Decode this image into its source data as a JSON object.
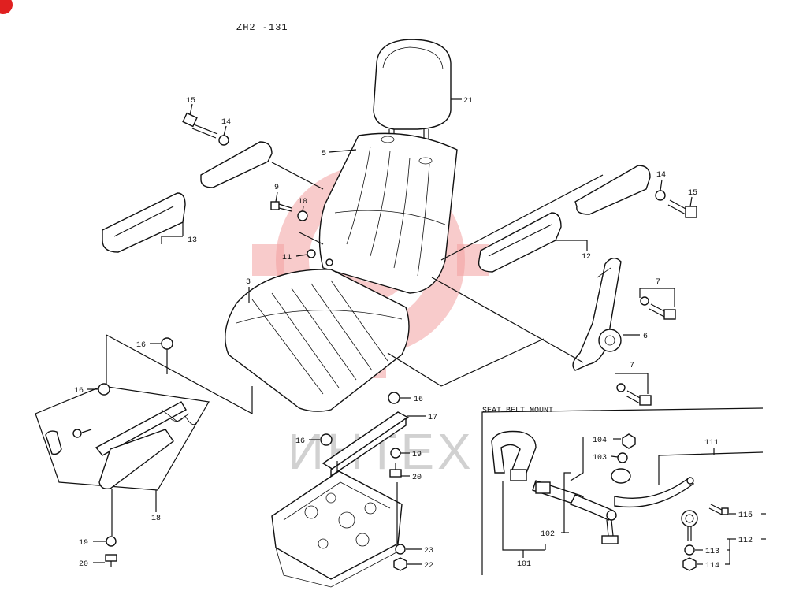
{
  "diagram": {
    "code": "ZH2 -131",
    "watermark": "ИНТЕХ",
    "section_label": "SEAT BELT MOUNT",
    "labels": {
      "p3": "3",
      "p5": "5",
      "p6": "6",
      "p7a": "7",
      "p7b": "7",
      "p9": "9",
      "p10": "10",
      "p11": "11",
      "p12": "12",
      "p13": "13",
      "p14a": "14",
      "p14b": "14",
      "p15a": "15",
      "p15b": "15",
      "p16a": "16",
      "p16b": "16",
      "p16c": "16",
      "p16d": "16",
      "p17": "17",
      "p18": "18",
      "p19a": "19",
      "p19b": "19",
      "p20a": "20",
      "p20b": "20",
      "p21": "21",
      "p22": "22",
      "p23": "23",
      "p101": "101",
      "p102": "102",
      "p103": "103",
      "p104": "104",
      "p111": "111",
      "p112": "112",
      "p113": "113",
      "p114": "114",
      "p115": "115"
    }
  }
}
